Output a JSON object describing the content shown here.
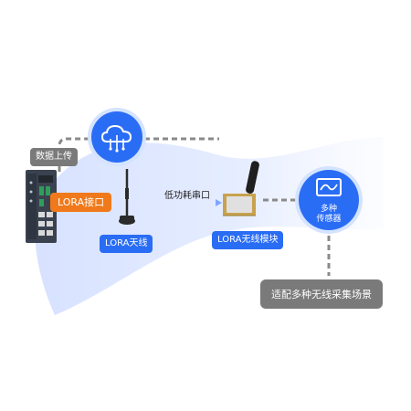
{
  "labels": {
    "data_upload": "数据上传",
    "lora_port": "LORA接口",
    "lora_antenna": "LORA天线",
    "low_power_serial": "低功耗串口",
    "lora_module": "LORA无线模块",
    "sensor_line1": "多种",
    "sensor_line2": "传感器",
    "scenario": "适配多种无线采集场景"
  },
  "colors": {
    "accent_blue": "#2a6df5",
    "orange": "#f07a1b",
    "grey_pill": "#7a7a7a",
    "wave_light": "#e3ebff"
  },
  "icons": [
    "cloud-network-icon",
    "sensor-icon"
  ]
}
